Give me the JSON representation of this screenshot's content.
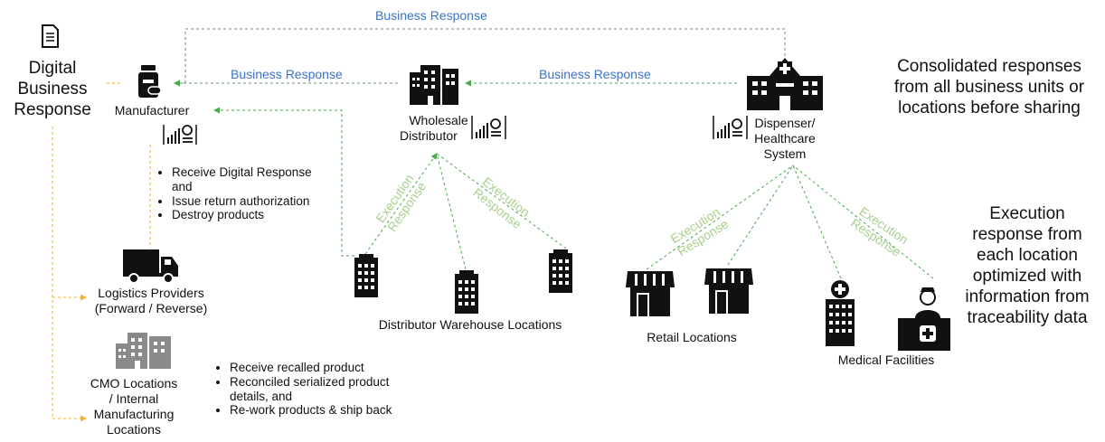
{
  "left": {
    "title_lines": [
      "Digital",
      "Business",
      "Response"
    ]
  },
  "labels": {
    "business_response": "Business Response",
    "execution_line1": "Execution",
    "execution_line2": "Response"
  },
  "manufacturer": {
    "label": "Manufacturer",
    "bullets": [
      "Receive Digital Response and",
      "Issue return authorization",
      "Destroy products"
    ]
  },
  "wholesale": {
    "line1": "Wholesale",
    "line2": "Distributor"
  },
  "dispenser": {
    "line1": "Dispenser/",
    "line2": "Healthcare",
    "line3": "System"
  },
  "logistics": {
    "line1": "Logistics Providers",
    "line2": "(Forward / Reverse)"
  },
  "cmo": {
    "line1": "CMO Locations",
    "line2": "/ Internal",
    "line3": "Manufacturing",
    "line4": "Locations",
    "bullets": [
      "Receive recalled product",
      "Reconciled serialized product details, and",
      "Re-work products & ship back"
    ]
  },
  "distributor_warehouse": {
    "label": "Distributor Warehouse Locations"
  },
  "retail": {
    "label": "Retail Locations"
  },
  "medical": {
    "label": "Medical Facilities"
  },
  "right_notes": {
    "consolidated": [
      "Consolidated responses",
      "from all business units or",
      "locations before sharing"
    ],
    "execution": [
      "Execution",
      "response from",
      "each location",
      "optimized with",
      "information from",
      "traceability data"
    ]
  },
  "colors": {
    "business_line": "#5b9a6b",
    "business_text": "#3a73c8",
    "execution_line": "#4aa84a",
    "execution_text": "#a8d08d",
    "digital_line": "#f2b233"
  }
}
